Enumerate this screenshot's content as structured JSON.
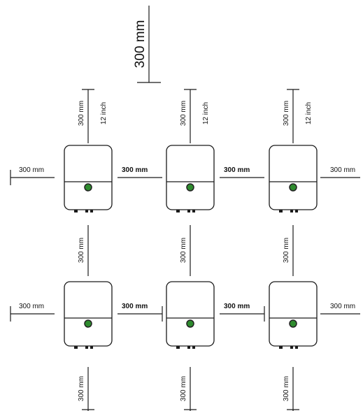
{
  "title_label": "300 mm",
  "labels": {
    "mm": "300 mm",
    "inch": "12 inch"
  },
  "colors": {
    "line": "#1a1a1a",
    "led": "#2e8b2e",
    "led_ring": "#222222",
    "housing": "#ffffff"
  },
  "icons": {
    "inverter": "inverter-unit-icon",
    "led": "status-led-icon"
  }
}
